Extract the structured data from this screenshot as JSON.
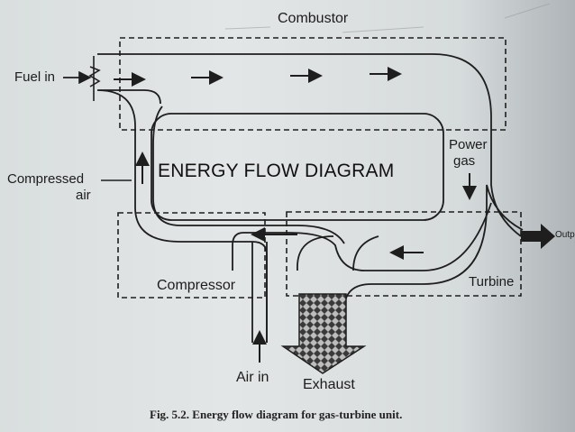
{
  "diagram": {
    "title": "ENERGY FLOW DIAGRAM",
    "caption": "Fig. 5.2. Energy flow diagram for gas-turbine unit.",
    "components": {
      "combustor": "Combustor",
      "compressor": "Compressor",
      "turbine": "Turbine"
    },
    "flows": {
      "fuel_in": "Fuel in",
      "compressed_air_line1": "Compressed",
      "compressed_air_line2": "air",
      "power_gas_line1": "Power",
      "power_gas_line2": "gas",
      "air_in": "Air in",
      "exhaust": "Exhaust",
      "output": "Output"
    },
    "colors": {
      "ink": "#1e1e1e",
      "paper": "#dfe3e3"
    }
  }
}
